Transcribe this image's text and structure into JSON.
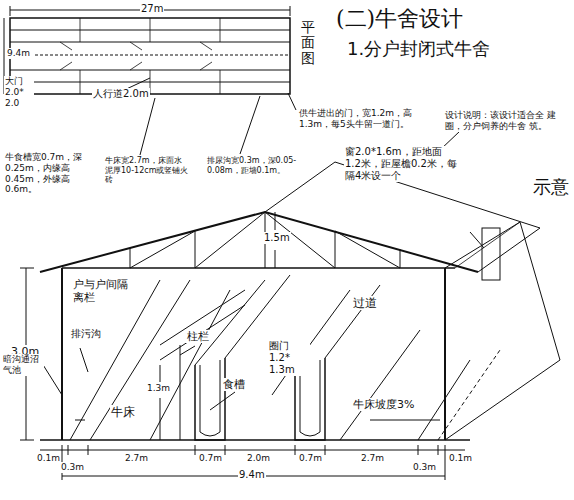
{
  "diagram": {
    "title": "(二)牛舍设计",
    "labels": [
      "1.分户封闭式牛舍",
      "平面图",
      "27m",
      "9.4m",
      "大门 2.0* 2.0",
      "人行道2.0m",
      "供牛进出的门，宽1.2m，高1.3m，每5头牛留一道门。",
      "设计说明：该设计适合全 建圈，分户饲养的牛舍 筑。",
      "牛食槽宽0.7m，深0.25m，内缘高0.45m，外缘高0.6m。",
      "牛床宽2.7m，床面水泥厚10-12cm或竖铺火砖",
      "排尿沟宽0.3m，深0.05-0.08m，距墙0.1m。",
      "窗2.0*1.6m，距地面1.2米，距屋檐0.2米，每隔4米设一个",
      "示意",
      "1.5m",
      "3.0m",
      "户与户间隔离栏",
      "过道",
      "排污沟",
      "暗沟通沼气池",
      "柱栏",
      "圈门 1.2* 1.3m",
      "1.3m",
      "食槽",
      "牛床",
      "牛床坡度3%",
      "0.1m",
      "0.3m",
      "2.7m",
      "0.7m",
      "2.0m",
      "0.7m",
      "2.7m",
      "0.3m",
      "0.1m",
      "9.4m"
    ]
  }
}
